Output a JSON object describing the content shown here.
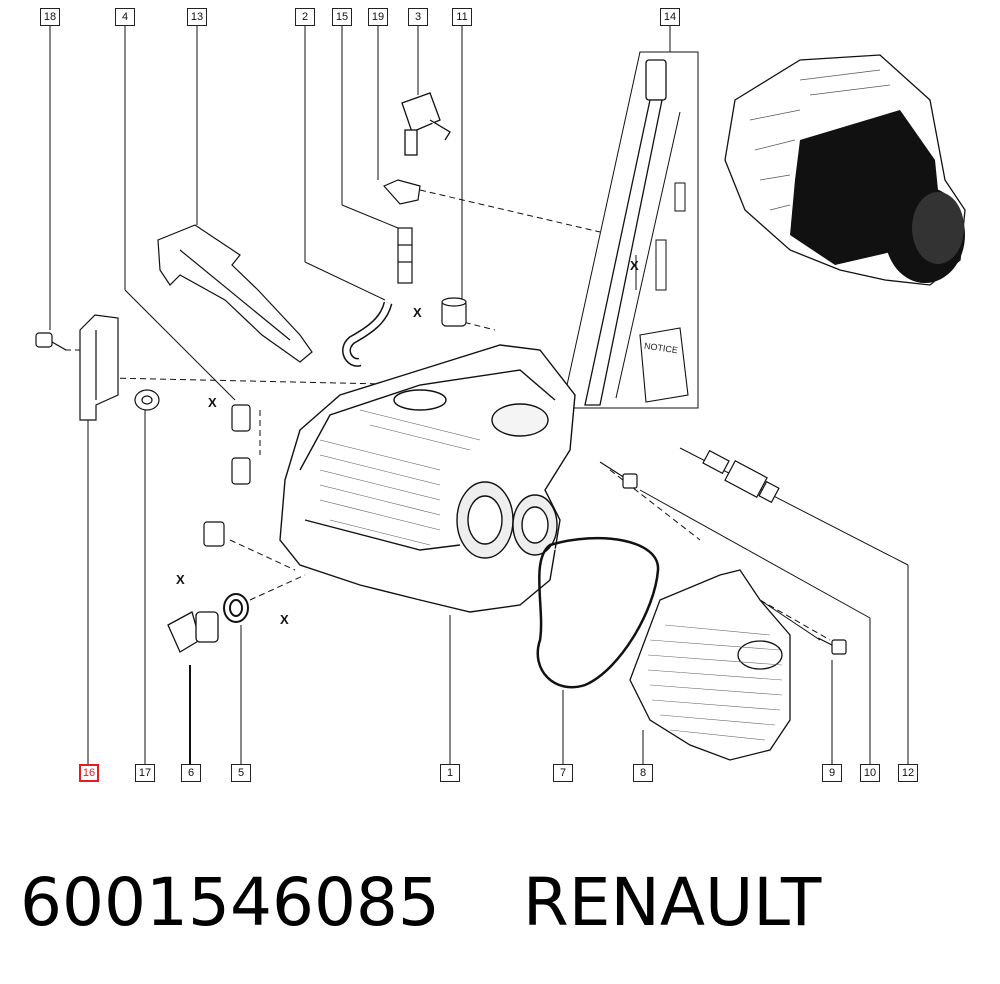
{
  "diagram": {
    "callouts_top": [
      "18",
      "4",
      "13",
      "2",
      "15",
      "19",
      "3",
      "11",
      "14"
    ],
    "callouts_bottom": [
      "16",
      "17",
      "6",
      "5",
      "1",
      "7",
      "8",
      "9",
      "10",
      "12"
    ],
    "selected_callout": "16",
    "axis_marker": "X",
    "notice_label": "NOTICE",
    "accent_color": "#e02020"
  },
  "footer": {
    "part_number": "6001546085",
    "brand": "RENAULT"
  }
}
